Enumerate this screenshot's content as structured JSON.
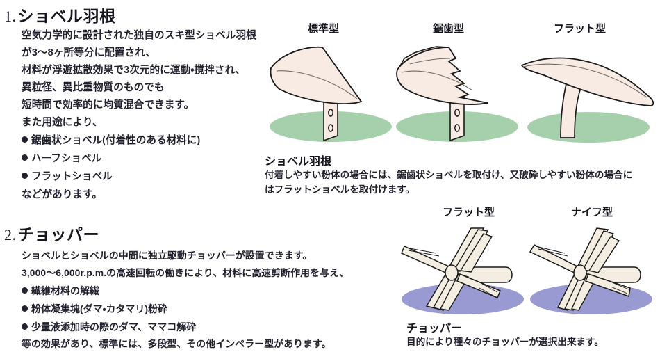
{
  "colors": {
    "background": "#ffffff",
    "text": "#22222f",
    "heading": "#16161f",
    "blade_fill": "#f7ebe4",
    "blade_fill_chopper": "#f3eee1",
    "blade_outline": "#1a1a1a",
    "shadow_green": "#a6cfac",
    "shadow_blue": "#9a9ad2"
  },
  "sections": [
    {
      "number": "1.",
      "title": "ショベル羽根",
      "paragraph_lines": [
        "空気力学的に設計された独自のスキ型ショベル羽根",
        "が3〜8ヶ所等分に配置され、",
        "材料が浮遊拡散効果で3次元的に運動・撹拌され、",
        "異粒径、異比重物質のものでも",
        "短時間で効率的に均質混合できます。",
        "また用途により、"
      ],
      "bullets": [
        "鋸歯状ショベル(付着性のある材料に)",
        "ハーフショベル",
        "フラットショベル"
      ],
      "closing_line": "などがあります。"
    },
    {
      "number": "2.",
      "title": "チョッパー",
      "paragraph_lines": [
        "ショベルとショベルの中間に独立駆動チョッパーが設置できます。",
        "3,000〜6,000r.p.m.の高速回転の働きにより、材料に高速剪断作用を与え、"
      ],
      "bullets": [
        "繊維材料の解繊",
        "粉体凝集塊(ダマ・カタマリ)粉砕",
        "少量液添加時の際のダマ、ママコ解砕"
      ],
      "closing_line": "等の効果があり、標準には、多段型、その他インペラー型があります。"
    }
  ],
  "figures": {
    "shovel": {
      "labels": [
        "標準型",
        "鋸歯型",
        "フラット型"
      ],
      "caption_title": "ショベル羽根",
      "caption_lines": [
        "付着しやすい粉体の場合には、鋸歯状ショベルを取付け、又破砕しやすい粉体の場合に",
        "はフラットショベルを取付けます。"
      ]
    },
    "chopper": {
      "labels": [
        "フラット型",
        "ナイフ型"
      ],
      "caption_title": "チョッパー",
      "caption_lines": [
        "目的により種々のチョッパーが選択出来ます。"
      ]
    }
  }
}
